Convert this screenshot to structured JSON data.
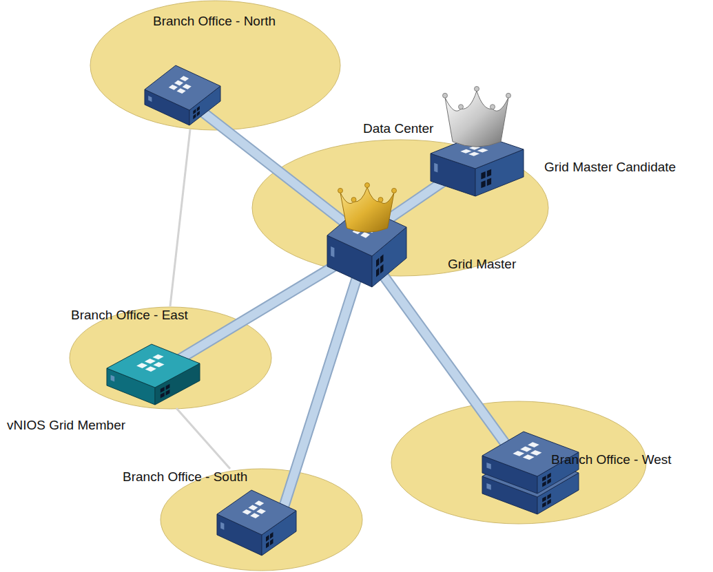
{
  "diagram": {
    "nodes": [
      {
        "text": [
          "Branch Office - North"
        ]
      },
      {
        "text": [
          "Data Center"
        ]
      },
      {
        "text": [
          "Grid Master Candidate"
        ],
        "in": 1
      },
      {
        "text": [
          "Grid Master"
        ],
        "in": 1
      },
      {
        "text": [
          "Branch Office - East"
        ]
      },
      {
        "text": [
          "vNIOS Grid Member"
        ],
        "in": 4
      },
      {
        "text": [
          "Branch Office - South"
        ]
      },
      {
        "text": [
          "Branch Office - West"
        ]
      }
    ],
    "edges": [
      {
        "from": 3,
        "to": 0,
        "arrow": "none"
      },
      {
        "from": 3,
        "to": 2,
        "arrow": "none"
      },
      {
        "from": 3,
        "to": 5,
        "arrow": "none"
      },
      {
        "from": 3,
        "to": 6,
        "arrow": "none"
      },
      {
        "from": 3,
        "to": 7,
        "arrow": "none"
      },
      {
        "from": 0,
        "to": 4,
        "arrow": "none"
      },
      {
        "from": 4,
        "to": 6,
        "arrow": "none"
      }
    ]
  }
}
